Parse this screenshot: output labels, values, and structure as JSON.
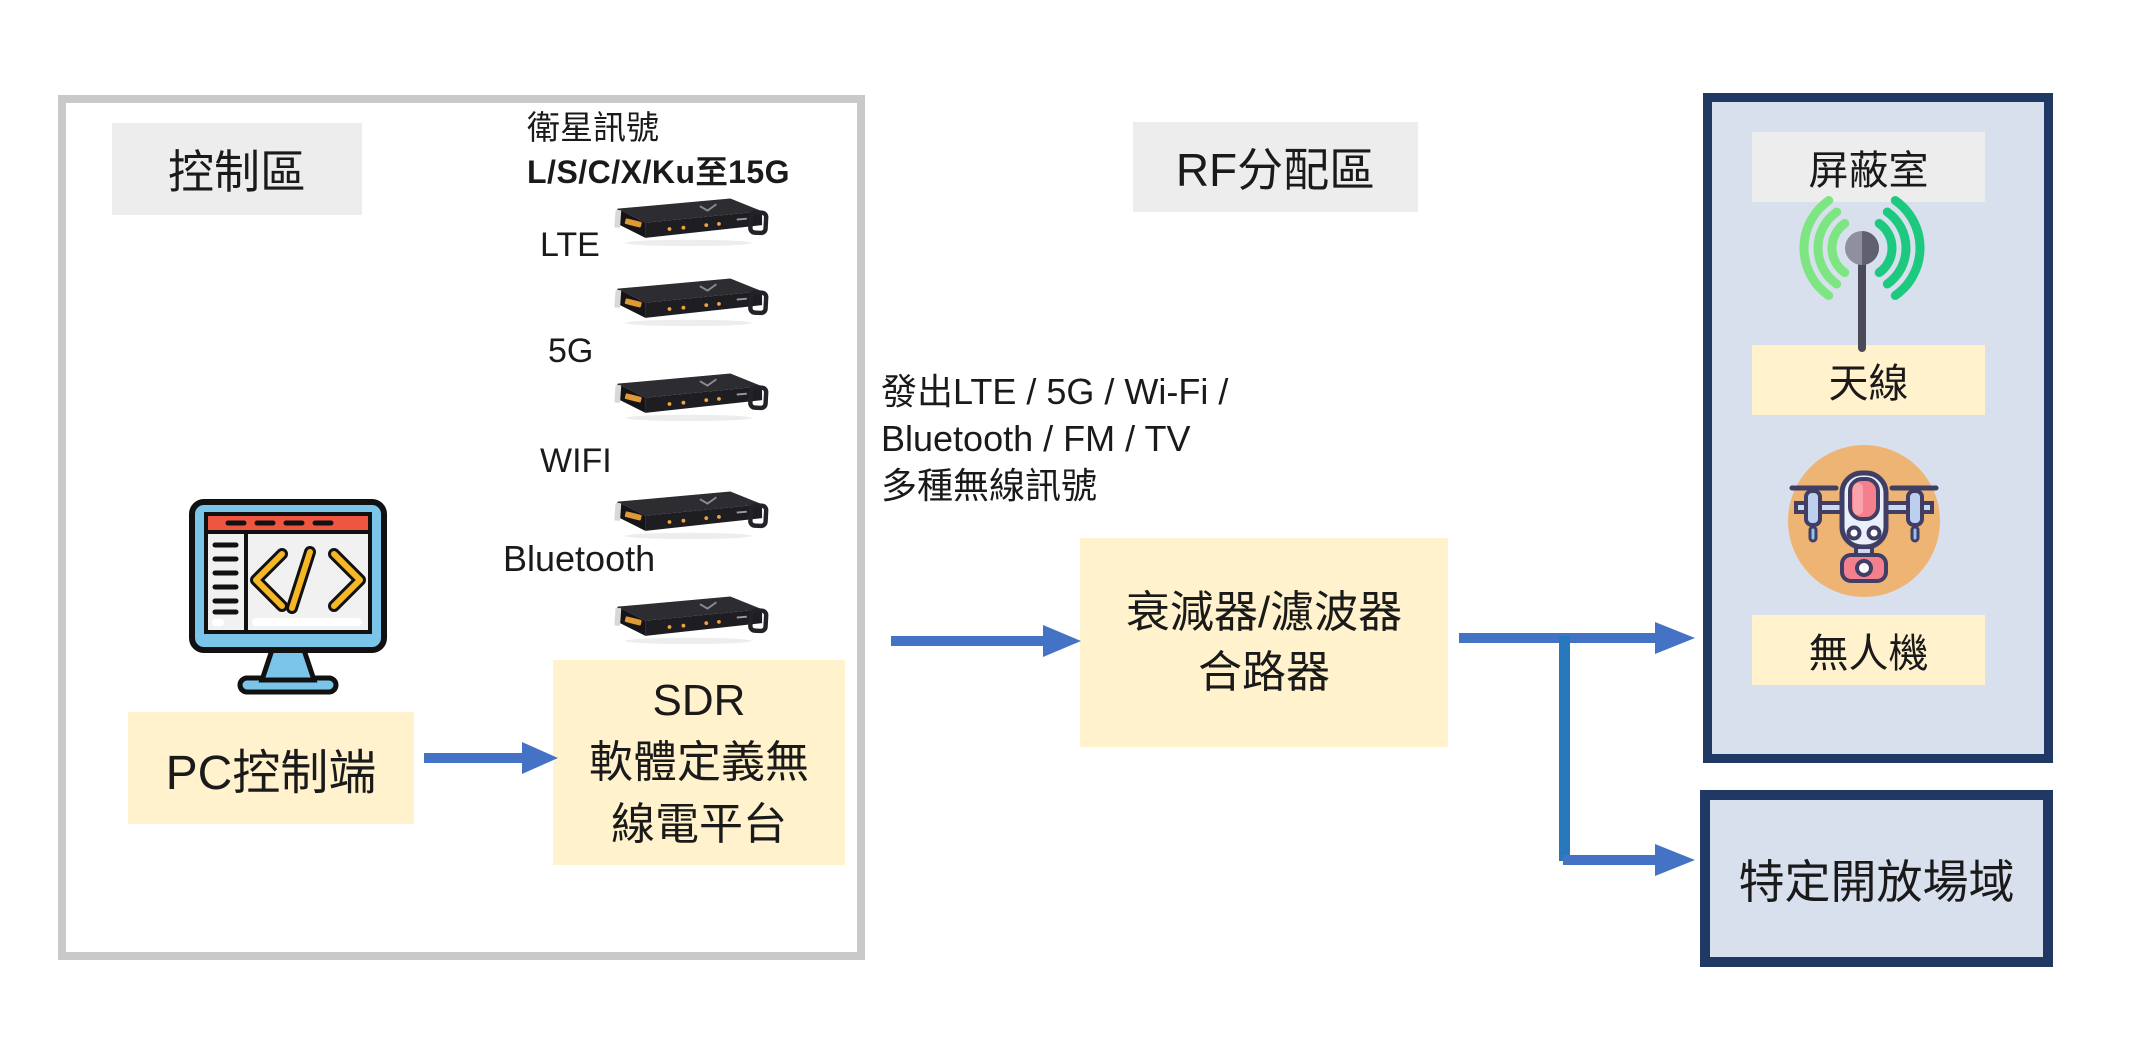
{
  "colors": {
    "arrow_blue": "#4472C4",
    "connector_blue": "#2878BE",
    "highlight_yellow": "#FFF2CC",
    "label_gray": "#EDEDED",
    "panel_gray_border": "#C9C9C9",
    "navy_border": "#1F3864",
    "shield_fill": "#D8E0EE"
  },
  "icons": {
    "code-monitor-icon": "monitor with </> code glyph",
    "sdr-rack-icon": "black rack-mount SDR unit",
    "antenna-icon": "antenna ball with green signal arcs",
    "drone-icon": "quadcopter drone on orange circle",
    "arrow-right-icon": "blue right arrow"
  },
  "control_area": {
    "label": "控制區",
    "satellite_header": {
      "line1": "衛星訊號",
      "line2": "L/S/C/X/Ku至15G"
    },
    "device_labels": [
      "LTE",
      "5G",
      "WIFI",
      "Bluetooth"
    ],
    "pc_label": "PC控制端",
    "sdr_box": {
      "line1": "SDR",
      "line2": "軟體定義無",
      "line3": "線電平台"
    }
  },
  "rf_area": {
    "label": "RF分配區",
    "signal_note": {
      "line1": "發出LTE / 5G / Wi-Fi /",
      "line2": "Bluetooth / FM / TV",
      "line3": "多種無線訊號"
    },
    "attenuator_box": {
      "line1": "衰減器/濾波器",
      "line2": "合路器"
    }
  },
  "shielded_room": {
    "label": "屏蔽室",
    "antenna_label": "天線",
    "drone_label": "無人機"
  },
  "open_field": {
    "label": "特定開放場域"
  }
}
